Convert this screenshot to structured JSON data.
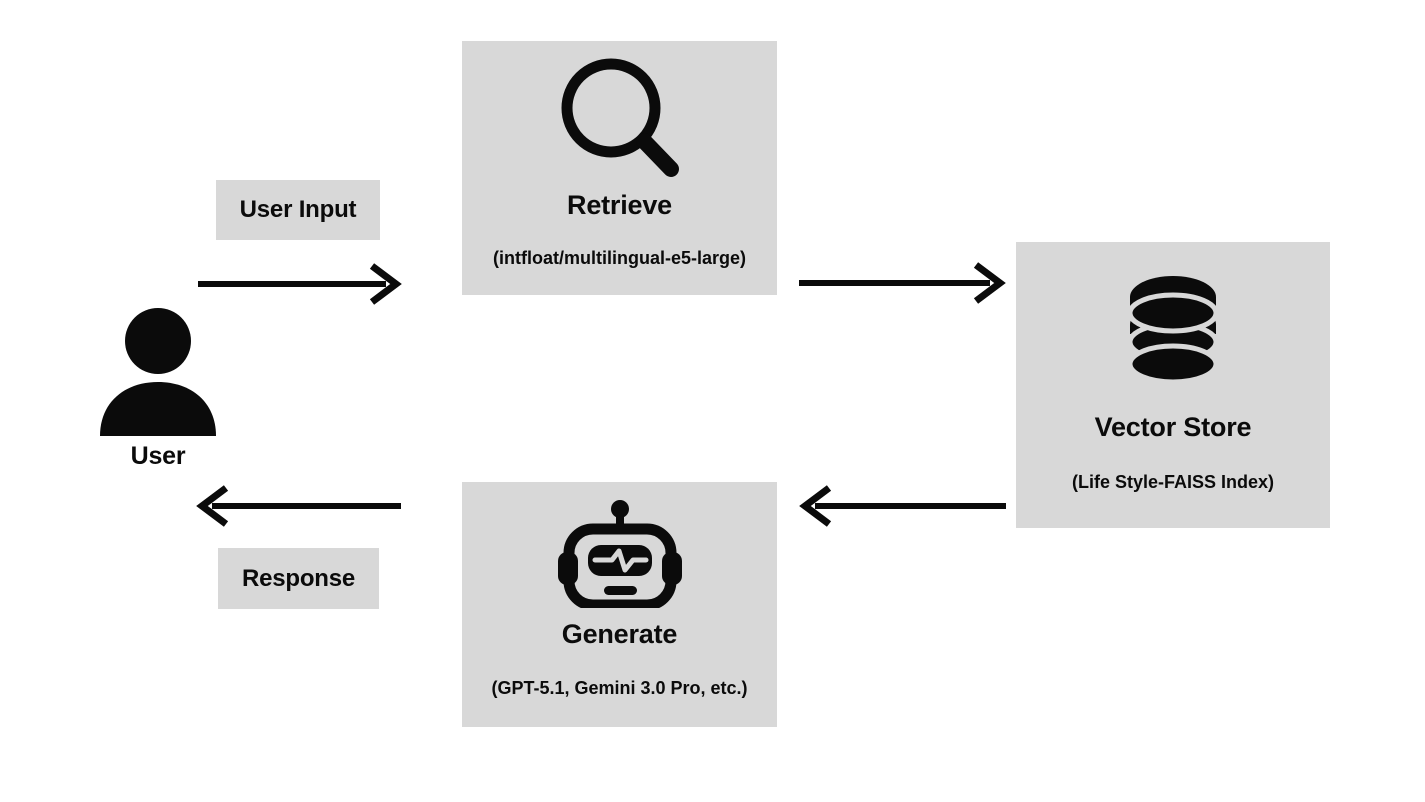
{
  "diagram": {
    "title": "RAG pipeline flow",
    "background_color": "#ffffff",
    "box_color": "#d8d8d8",
    "ink_color": "#0b0b0b"
  },
  "actor": {
    "icon": "user-person-icon",
    "caption": "User"
  },
  "chips": [
    {
      "id": "user-input",
      "label": "User Input"
    },
    {
      "id": "response",
      "label": "Response"
    }
  ],
  "nodes": [
    {
      "id": "retrieve",
      "icon": "magnifying-glass-icon",
      "title": "Retrieve",
      "subtitle": "(intfloat/multilingual-e5-large)"
    },
    {
      "id": "vector-store",
      "icon": "database-stack-icon",
      "title": "Vector Store",
      "subtitle": "(Life Style-FAISS Index)"
    },
    {
      "id": "generate",
      "icon": "robot-head-icon",
      "title": "Generate",
      "subtitle": "(GPT-5.1, Gemini 3.0 Pro, etc.)"
    }
  ],
  "arrows": [
    {
      "id": "user-to-retrieve",
      "direction": "right",
      "from": "User",
      "to": "Retrieve"
    },
    {
      "id": "retrieve-to-vector",
      "direction": "right",
      "from": "Retrieve",
      "to": "Vector Store"
    },
    {
      "id": "vector-to-generate",
      "direction": "left",
      "from": "Vector Store",
      "to": "Generate"
    },
    {
      "id": "generate-to-user",
      "direction": "left",
      "from": "Generate",
      "to": "User"
    }
  ]
}
